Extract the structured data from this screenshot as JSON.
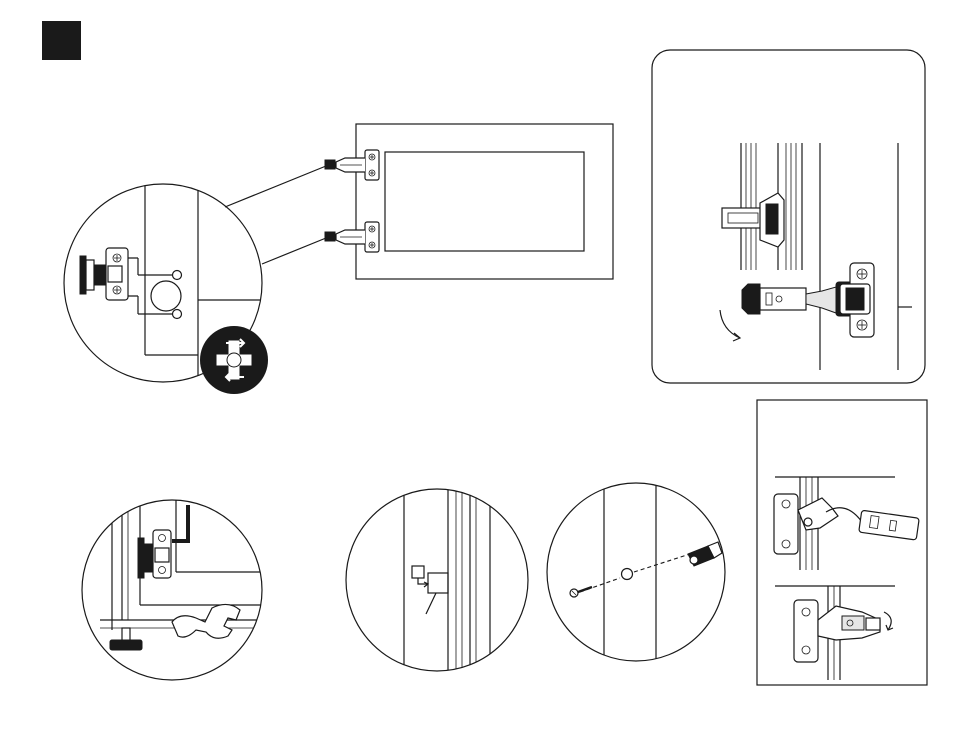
{
  "step_badge": {
    "number": "",
    "color": "#1a1a1a"
  },
  "colors": {
    "ink": "#1a1a1a",
    "paper": "#ffffff",
    "light_fill": "#e6e6e6"
  },
  "panels": [
    {
      "name": "cabinet-door-with-hinges",
      "icon": "door-panel-icon"
    },
    {
      "name": "hinge-adjust-detail-circle",
      "icon": "hinge-icon"
    },
    {
      "name": "cross-adjust-symbol",
      "icon": "cross-arrows-icon"
    },
    {
      "name": "hinge-clip-detach-inset",
      "icon": "hinge-release-icon"
    },
    {
      "name": "leveling-foot-wrench-detail",
      "icon": "wrench-icon"
    },
    {
      "name": "bumper-pad-detail",
      "icon": "bumper-icon"
    },
    {
      "name": "screw-plug-detail",
      "icon": "screw-icon"
    },
    {
      "name": "hinge-mounting-sequence-inset",
      "icon": "hinge-mount-icon"
    }
  ]
}
